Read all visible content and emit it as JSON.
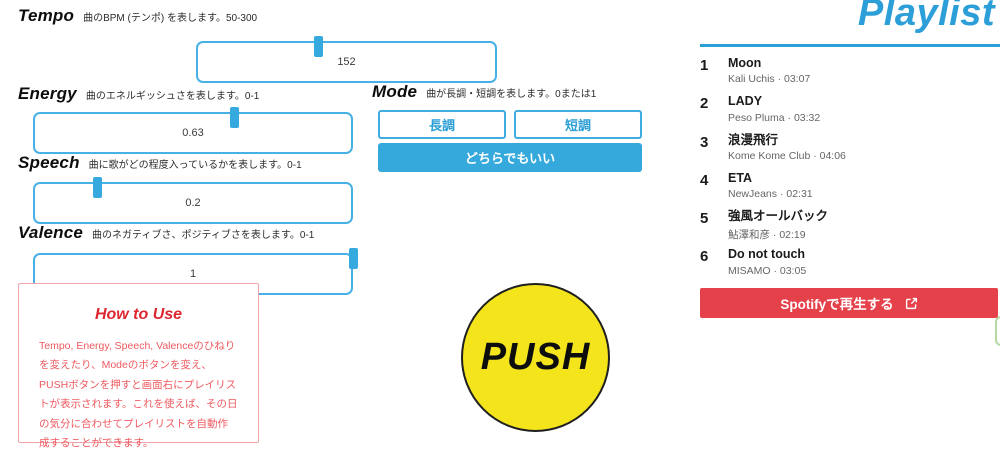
{
  "sliders": [
    {
      "name": "Tempo",
      "desc": "曲のBPM (テンポ) を表します。50-300",
      "min": 50,
      "max": 300,
      "value": 152,
      "value_label": "152"
    },
    {
      "name": "Energy",
      "desc": "曲のエネルギッシュさを表します。0-1",
      "min": 0,
      "max": 1,
      "value": 0.63,
      "value_label": "0.63"
    },
    {
      "name": "Speech",
      "desc": "曲に歌がどの程度入っているかを表します。0-1",
      "min": 0,
      "max": 1,
      "value": 0.2,
      "value_label": "0.2"
    },
    {
      "name": "Valence",
      "desc": "曲のネガティブさ、ポジティブさを表します。0-1",
      "min": 0,
      "max": 1,
      "value": 1,
      "value_label": "1"
    }
  ],
  "mode": {
    "name": "Mode",
    "desc": "曲が長調・短調を表します。0または1",
    "major_label": "長調",
    "minor_label": "短調",
    "either_label": "どちらでもいい"
  },
  "how_to_use": {
    "title": "How to Use",
    "body": "Tempo, Energy, Speech, Valenceのひねりを変えたり、Modeのボタンを変え、PUSHボタンを押すと画面右にプレイリストが表示されます。これを使えば、その日の気分に合わせてプレイリストを自動作成することができます。"
  },
  "push": {
    "label": "PUSH"
  },
  "playlist": {
    "title": "Playlist",
    "tracks": [
      {
        "num": "1",
        "title": "Moon",
        "meta": "Kali Uchis · 03:07"
      },
      {
        "num": "2",
        "title": "LADY",
        "meta": "Peso Pluma · 03:32"
      },
      {
        "num": "3",
        "title": "浪漫飛行",
        "meta": "Kome Kome Club · 04:06"
      },
      {
        "num": "4",
        "title": "ETA",
        "meta": "NewJeans · 02:31"
      },
      {
        "num": "5",
        "title": "強風オールバック",
        "meta": "鮎澤和彦 · 02:19"
      },
      {
        "num": "6",
        "title": "Do not touch",
        "meta": "MISAMO · 03:05"
      }
    ],
    "spotify_button": "Spotifyで再生する"
  },
  "colors": {
    "accent_blue": "#36a9de",
    "playlist_blue": "#2d9fd8",
    "spotify_red": "#e5414b",
    "push_yellow": "#f3e41c",
    "howto_red": "#dc2630"
  }
}
